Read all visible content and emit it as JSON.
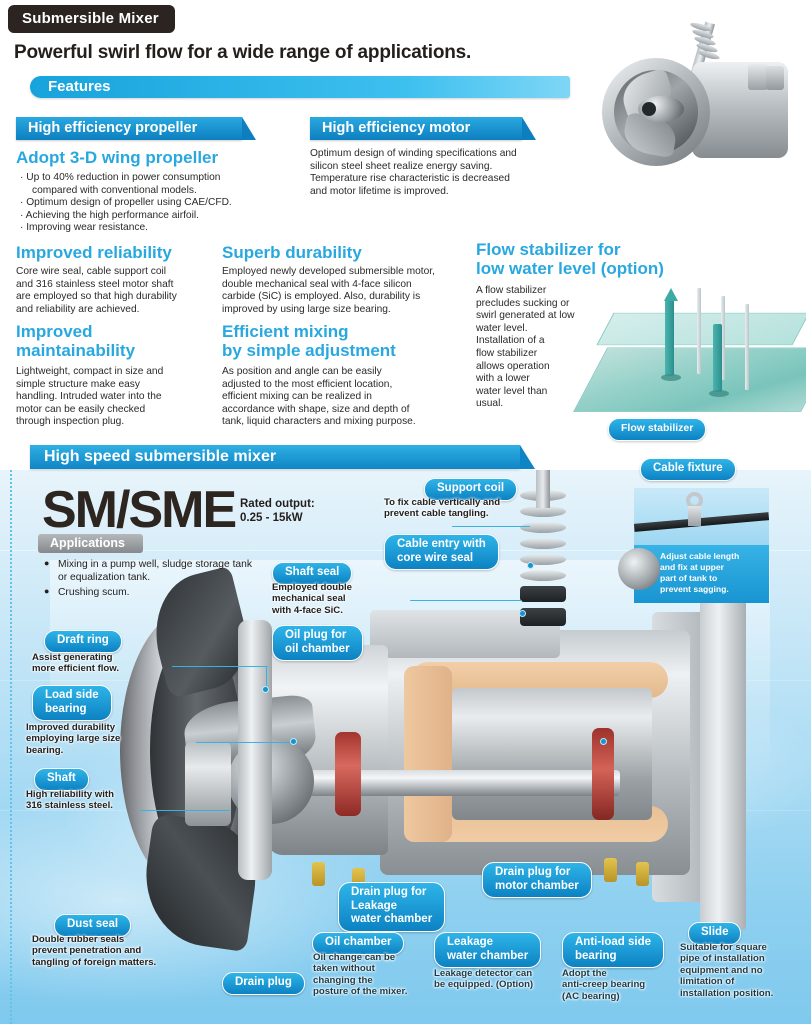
{
  "header": {
    "tag": "Submersible Mixer",
    "headline": "Powerful swirl flow for a wide range of applications.",
    "features_bar": "Features"
  },
  "features": {
    "propeller": {
      "heading": "High efficiency propeller",
      "subheading": "Adopt 3-D wing propeller",
      "bullets": [
        "· Up to 40% reduction in power consumption",
        "  compared with conventional models.",
        "· Optimum design of propeller using CAE/CFD.",
        "· Achieving the high performance airfoil.",
        "· Improving wear resistance."
      ]
    },
    "motor": {
      "heading": "High efficiency motor",
      "body": [
        "Optimum design of winding specifications and",
        "silicon steel sheet realize energy saving.",
        "Temperature rise characteristic is decreased",
        "and motor lifetime is improved."
      ]
    },
    "reliability": {
      "heading": "Improved reliability",
      "body": [
        "Core wire seal, cable support coil",
        "and 316 stainless steel motor shaft",
        "are employed so that high durability",
        "and reliability are achieved."
      ]
    },
    "maintainability": {
      "heading_line1": "Improved",
      "heading_line2": "maintainability",
      "body": [
        "Lightweight, compact in size and",
        "simple structure make easy",
        "handling. Intruded water into the",
        "motor can be easily checked",
        "through inspection plug."
      ]
    },
    "durability": {
      "heading": "Superb durability",
      "body": [
        "Employed newly developed submersible motor,",
        "double mechanical seal with 4-face silicon",
        "carbide (SiC) is employed. Also, durability is",
        "improved by using large size bearing."
      ]
    },
    "mixing": {
      "heading_line1": "Efficient mixing",
      "heading_line2": "by simple adjustment",
      "body": [
        "As position and angle can be easily",
        "adjusted to the most efficient location,",
        "efficient mixing can be realized in",
        "accordance with shape, size and depth of",
        "tank, liquid characters and mixing purpose."
      ]
    },
    "stabilizer": {
      "heading_line1": "Flow stabilizer for",
      "heading_line2": "low water level (option)",
      "body": [
        "A flow stabilizer",
        "precludes sucking or",
        "swirl generated at low",
        "water level.",
        "Installation of a",
        "flow stabilizer",
        "allows operation",
        "with a lower",
        "water level than",
        "usual."
      ],
      "callout": "Flow stabilizer"
    }
  },
  "product": {
    "bar": "High speed submersible mixer",
    "model": "SM/SME",
    "rated_label": "Rated output:",
    "rated_value": "0.25 - 15kW",
    "applications_tag": "Applications",
    "applications": [
      "Mixing in a pump well, sludge storage tank or equalization tank.",
      "Crushing scum."
    ]
  },
  "callouts": {
    "support_coil": {
      "label": "Support coil",
      "body": [
        "To fix cable vertically and",
        "prevent cable tangling."
      ]
    },
    "cable_entry": {
      "label_line1": "Cable entry with",
      "label_line2": "core wire seal"
    },
    "cable_fixture": {
      "label": "Cable fixture",
      "body": [
        "Adjust cable length",
        "and fix at upper",
        "part of tank to",
        "prevent sagging."
      ]
    },
    "shaft_seal": {
      "label": "Shaft seal",
      "body": [
        "Employed double",
        "mechanical seal",
        "with 4-face SiC."
      ]
    },
    "oil_plug": {
      "label_line1": "Oil plug for",
      "label_line2": "oil chamber"
    },
    "draft_ring": {
      "label": "Draft ring",
      "body": [
        "Assist generating",
        "more efficient flow."
      ]
    },
    "load_side_bearing": {
      "label_line1": "Load side",
      "label_line2": "bearing",
      "body": [
        "Improved durability",
        "employing large size",
        "bearing."
      ]
    },
    "shaft": {
      "label": "Shaft",
      "body": [
        "High reliability with",
        "316 stainless steel."
      ]
    },
    "dust_seal": {
      "label": "Dust seal",
      "body": [
        "Double rubber seals",
        "prevent penetration and",
        "tangling of foreign matters."
      ]
    },
    "drain_plug": {
      "label": "Drain plug"
    },
    "drain_plug_leakage": {
      "label_line1": "Drain plug for",
      "label_line2": "Leakage",
      "label_line3": "water chamber"
    },
    "drain_plug_motor": {
      "label_line1": "Drain plug for",
      "label_line2": "motor chamber"
    },
    "oil_chamber": {
      "label": "Oil chamber",
      "body": [
        "Oil change can be",
        "taken without",
        "changing the",
        "posture of the mixer."
      ]
    },
    "leakage_water_chamber": {
      "label_line1": "Leakage",
      "label_line2": "water chamber",
      "body": [
        "Leakage detector can",
        "be equipped. (Option)"
      ]
    },
    "anti_load_side_bearing": {
      "label_line1": "Anti-load side",
      "label_line2": "bearing",
      "body": [
        "Adopt the",
        "anti-creep bearing",
        "(AC bearing)"
      ]
    },
    "slide": {
      "label": "Slide",
      "body": [
        "Suitable for square",
        "pipe of installation",
        "equipment and no",
        "limitation of",
        "installation position."
      ]
    }
  },
  "colors": {
    "accent_blue": "#1793cf",
    "heading_cyan": "#29a8e0",
    "dark_tag": "#2b2420",
    "water": "#8fd0f0"
  }
}
